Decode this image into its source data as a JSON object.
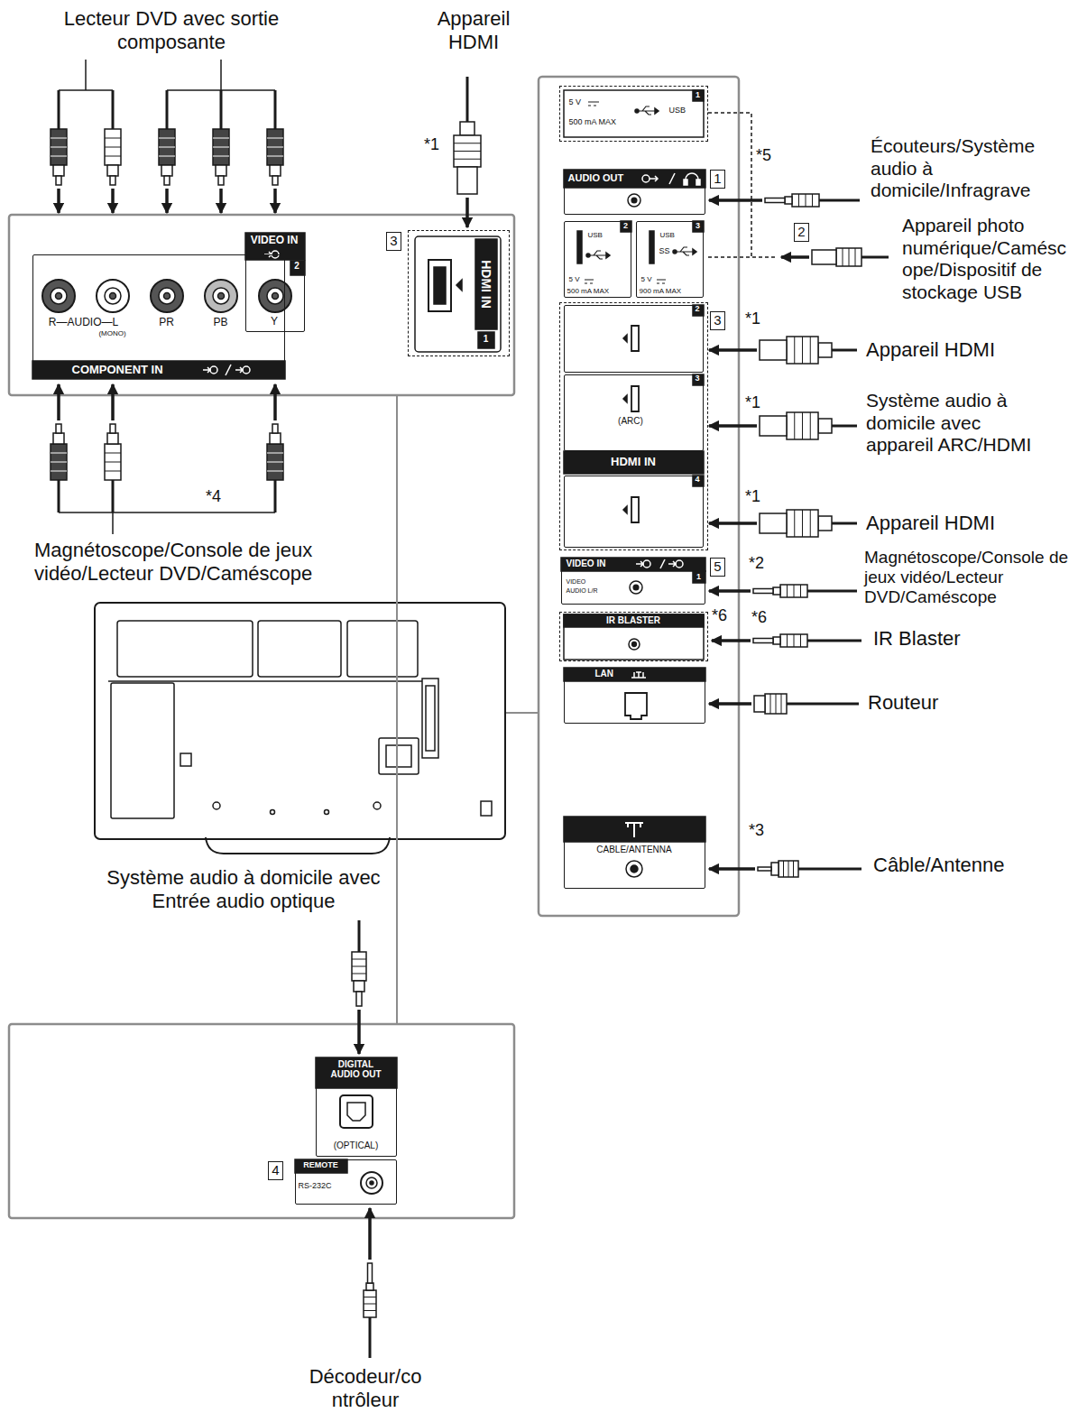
{
  "diagram": {
    "nodes": [
      {
        "text": [
          "R—AUDIO—L",
          "(MONO)",
          "PR",
          "PB",
          "COMPONENT IN"
        ]
      },
      {
        "text": [
          "VIDEO IN",
          "2",
          "Y"
        ],
        "in": 0
      },
      {
        "text": [
          "HDMI IN",
          "1"
        ]
      },
      {
        "text": [
          "5 V",
          "500 mA MAX",
          "USB",
          "1"
        ]
      },
      {
        "text": [
          "AUDIO OUT"
        ]
      },
      {
        "text": [
          "USB",
          "5 V",
          "500 mA MAX",
          "2"
        ]
      },
      {
        "text": [
          "USB",
          "SS",
          "5 V",
          "900 mA MAX",
          "3"
        ]
      },
      {
        "text": [
          "HDMI IN"
        ]
      },
      {
        "text": [
          "2"
        ],
        "in": 7
      },
      {
        "text": [
          "3",
          "(ARC)"
        ],
        "in": 7
      },
      {
        "text": [
          "4"
        ],
        "in": 7
      },
      {
        "text": [
          "VIDEO IN",
          "1",
          "VIDEO",
          "AUDIO L/R"
        ]
      },
      {
        "text": [
          "IR BLASTER"
        ]
      },
      {
        "text": [
          "LAN"
        ]
      },
      {
        "text": [
          "CABLE/ANTENNA"
        ]
      },
      {
        "text": [
          "DIGITAL AUDIO OUT",
          "(OPTICAL)"
        ]
      },
      {
        "text": [
          "REMOTE",
          "RS-232C"
        ]
      }
    ],
    "labels": [
      "Lecteur DVD avec sortie composante",
      "Appareil HDMI",
      "*1",
      "3",
      "*4",
      "Magnétoscope/Console de jeux vidéo/Lecteur DVD/Caméscope",
      "1",
      "*5",
      "Écouteurs/Système audio à domicile/Infragrave",
      "2",
      "Appareil photo numérique/Caméscope/Dispositif de stockage USB",
      "3",
      "*1",
      "Appareil HDMI",
      "*1",
      "Système audio à domicile avec appareil ARC/HDMI",
      "*1",
      "Appareil HDMI",
      "5",
      "*2",
      "Magnétoscope/Console de jeux vidéo/Lecteur DVD/Caméscope",
      "*6",
      "*6",
      "IR Blaster",
      "Routeur",
      "*3",
      "Câble/Antenne",
      "Système audio à domicile avec Entrée audio optique",
      "4",
      "Décodeur/contrôleur"
    ]
  }
}
